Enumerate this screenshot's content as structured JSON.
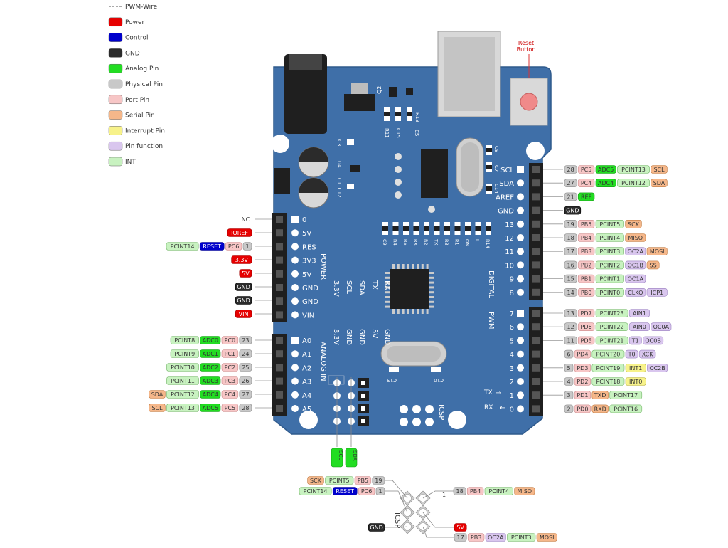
{
  "legend": [
    {
      "label": "PWM-Wire",
      "style": "dash"
    },
    {
      "label": "Power",
      "color": "#e60000"
    },
    {
      "label": "Control",
      "color": "#0000cc"
    },
    {
      "label": "GND",
      "color": "#2b2b2b"
    },
    {
      "label": "Analog Pin",
      "color": "#22dd22"
    },
    {
      "label": "Physical Pin",
      "color": "#c8c8c8"
    },
    {
      "label": "Port Pin",
      "color": "#f7c6c6"
    },
    {
      "label": "Serial Pin",
      "color": "#f5b78a"
    },
    {
      "label": "Interrupt Pin",
      "color": "#f7f28a"
    },
    {
      "label": "Pin function",
      "color": "#d9c6ee"
    },
    {
      "label": "INT",
      "color": "#c8f2c0"
    }
  ],
  "colors": {
    "board": "#3f6fa8",
    "board_edge": "#2f5a8c",
    "power": "#e60000",
    "control": "#0000cc",
    "gnd": "#2b2b2b",
    "analog": "#22dd22",
    "physical": "#c8c8c8",
    "port": "#f7c6c6",
    "serial": "#f5b78a",
    "interrupt": "#f7f28a",
    "func": "#d9c6ee",
    "int": "#c8f2c0"
  },
  "reset_button": {
    "title_line1": "Reset",
    "title_line2": "Button"
  },
  "silk": {
    "power": "POWER",
    "analog_in": "ANALOG IN",
    "digital": "DIGITAL",
    "pwm": "PWM",
    "icsp": "ICSP",
    "tx_arrow": "TX",
    "rx_arrow": "RX",
    "q2": "Q2",
    "r11": "R11",
    "c15": "C15",
    "c5": "C5",
    "r13": "R13",
    "c3": "C3",
    "u4": "U4",
    "c11c12": "C11C12",
    "c8": "C8",
    "c7": "C7",
    "c14": "C14",
    "c13": "C13",
    "c10": "C10",
    "mid_row": [
      "C9",
      "R4",
      "R6",
      "RX",
      "R2",
      "TX",
      "R3",
      "R1",
      "ON",
      "L",
      "R14"
    ],
    "bottom_block_col1": [
      "3.3V",
      "3.3V"
    ],
    "bottom_block_col2": [
      "SCL",
      "GND"
    ],
    "bottom_block_col3": [
      "SDA",
      "GND"
    ],
    "bottom_block_col4": [
      "TX",
      "5V"
    ],
    "bottom_block_col5": [
      "RX",
      "GND"
    ],
    "bottom_pair": [
      "SCL",
      "SDA"
    ]
  },
  "power_pins": [
    "0",
    "5V",
    "RES",
    "3V3",
    "5V",
    "GND",
    "GND",
    "VIN"
  ],
  "analog_pins": [
    "A0",
    "A1",
    "A2",
    "A3",
    "A4",
    "A5"
  ],
  "digital_pins": [
    "SCL",
    "SDA",
    "AREF",
    "GND",
    "13",
    "12",
    "11",
    "10",
    "9",
    "8",
    "7",
    "6",
    "5",
    "4",
    "3",
    "2",
    "1",
    "0"
  ],
  "left_tags": [
    [
      {
        "t": "NC",
        "c": "none"
      }
    ],
    [
      {
        "t": "IOREF",
        "c": "power"
      }
    ],
    [
      {
        "t": "PCINT14",
        "c": "int"
      },
      {
        "t": "RESET",
        "c": "control"
      },
      {
        "t": "PC6",
        "c": "port"
      },
      {
        "t": "1",
        "c": "physical"
      }
    ],
    [
      {
        "t": "3.3V",
        "c": "power"
      }
    ],
    [
      {
        "t": "5V",
        "c": "power"
      }
    ],
    [
      {
        "t": "GND",
        "c": "gnd"
      }
    ],
    [
      {
        "t": "GND",
        "c": "gnd"
      }
    ],
    [
      {
        "t": "VIN",
        "c": "power"
      }
    ],
    [
      {
        "t": "PCINT8",
        "c": "int"
      },
      {
        "t": "ADC0",
        "c": "analog"
      },
      {
        "t": "PC0",
        "c": "port"
      },
      {
        "t": "23",
        "c": "physical"
      }
    ],
    [
      {
        "t": "PCINT9",
        "c": "int"
      },
      {
        "t": "ADC1",
        "c": "analog"
      },
      {
        "t": "PC1",
        "c": "port"
      },
      {
        "t": "24",
        "c": "physical"
      }
    ],
    [
      {
        "t": "PCINT10",
        "c": "int"
      },
      {
        "t": "ADC2",
        "c": "analog"
      },
      {
        "t": "PC2",
        "c": "port"
      },
      {
        "t": "25",
        "c": "physical"
      }
    ],
    [
      {
        "t": "PCINT11",
        "c": "int"
      },
      {
        "t": "ADC3",
        "c": "analog"
      },
      {
        "t": "PC3",
        "c": "port"
      },
      {
        "t": "26",
        "c": "physical"
      }
    ],
    [
      {
        "t": "SDA",
        "c": "serial"
      },
      {
        "t": "PCINT12",
        "c": "int"
      },
      {
        "t": "ADC4",
        "c": "analog"
      },
      {
        "t": "PC4",
        "c": "port"
      },
      {
        "t": "27",
        "c": "physical"
      }
    ],
    [
      {
        "t": "SCL",
        "c": "serial"
      },
      {
        "t": "PCINT13",
        "c": "int"
      },
      {
        "t": "ADC5",
        "c": "analog"
      },
      {
        "t": "PC5",
        "c": "port"
      },
      {
        "t": "28",
        "c": "physical"
      }
    ]
  ],
  "right_tags": [
    [
      {
        "t": "28",
        "c": "physical"
      },
      {
        "t": "PC5",
        "c": "port"
      },
      {
        "t": "ADC5",
        "c": "analog"
      },
      {
        "t": "PCINT13",
        "c": "int"
      },
      {
        "t": "SCL",
        "c": "serial"
      }
    ],
    [
      {
        "t": "27",
        "c": "physical"
      },
      {
        "t": "PC4",
        "c": "port"
      },
      {
        "t": "ADC4",
        "c": "analog"
      },
      {
        "t": "PCINT12",
        "c": "int"
      },
      {
        "t": "SDA",
        "c": "serial"
      }
    ],
    [
      {
        "t": "21",
        "c": "physical"
      },
      {
        "t": "REF",
        "c": "analog"
      }
    ],
    [
      {
        "t": "GND",
        "c": "gnd"
      }
    ],
    [
      {
        "t": "19",
        "c": "physical"
      },
      {
        "t": "PB5",
        "c": "port"
      },
      {
        "t": "PCINT5",
        "c": "int"
      },
      {
        "t": "SCK",
        "c": "serial"
      }
    ],
    [
      {
        "t": "18",
        "c": "physical"
      },
      {
        "t": "PB4",
        "c": "port"
      },
      {
        "t": "PCINT4",
        "c": "int"
      },
      {
        "t": "MISO",
        "c": "serial"
      }
    ],
    [
      {
        "t": "17",
        "c": "physical"
      },
      {
        "t": "PB3",
        "c": "port"
      },
      {
        "t": "PCINT3",
        "c": "int"
      },
      {
        "t": "OC2A",
        "c": "func"
      },
      {
        "t": "MOSI",
        "c": "serial"
      }
    ],
    [
      {
        "t": "16",
        "c": "physical"
      },
      {
        "t": "PB2",
        "c": "port"
      },
      {
        "t": "PCINT2",
        "c": "int"
      },
      {
        "t": "OC1B",
        "c": "func"
      },
      {
        "t": "SS",
        "c": "serial"
      }
    ],
    [
      {
        "t": "15",
        "c": "physical"
      },
      {
        "t": "PB1",
        "c": "port"
      },
      {
        "t": "PCINT1",
        "c": "int"
      },
      {
        "t": "OC1A",
        "c": "func"
      }
    ],
    [
      {
        "t": "14",
        "c": "physical"
      },
      {
        "t": "PB0",
        "c": "port"
      },
      {
        "t": "PCINT0",
        "c": "int"
      },
      {
        "t": "CLKO",
        "c": "func"
      },
      {
        "t": "ICP1",
        "c": "func"
      }
    ],
    [
      {
        "t": "13",
        "c": "physical"
      },
      {
        "t": "PD7",
        "c": "port"
      },
      {
        "t": "PCINT23",
        "c": "int"
      },
      {
        "t": "AIN1",
        "c": "func"
      }
    ],
    [
      {
        "t": "12",
        "c": "physical"
      },
      {
        "t": "PD6",
        "c": "port"
      },
      {
        "t": "PCINT22",
        "c": "int"
      },
      {
        "t": "AIN0",
        "c": "func"
      },
      {
        "t": "OC0A",
        "c": "func"
      }
    ],
    [
      {
        "t": "11",
        "c": "physical"
      },
      {
        "t": "PD5",
        "c": "port"
      },
      {
        "t": "PCINT21",
        "c": "int"
      },
      {
        "t": "T1",
        "c": "func"
      },
      {
        "t": "OC0B",
        "c": "func"
      }
    ],
    [
      {
        "t": "6",
        "c": "physical"
      },
      {
        "t": "PD4",
        "c": "port"
      },
      {
        "t": "PCINT20",
        "c": "int"
      },
      {
        "t": "T0",
        "c": "func"
      },
      {
        "t": "XCK",
        "c": "func"
      }
    ],
    [
      {
        "t": "5",
        "c": "physical"
      },
      {
        "t": "PD3",
        "c": "port"
      },
      {
        "t": "PCINT19",
        "c": "int"
      },
      {
        "t": "INT1",
        "c": "interrupt"
      },
      {
        "t": "OC2B",
        "c": "func"
      }
    ],
    [
      {
        "t": "4",
        "c": "physical"
      },
      {
        "t": "PD2",
        "c": "port"
      },
      {
        "t": "PCINT18",
        "c": "int"
      },
      {
        "t": "INT0",
        "c": "interrupt"
      }
    ],
    [
      {
        "t": "3",
        "c": "physical"
      },
      {
        "t": "PD1",
        "c": "port"
      },
      {
        "t": "TXD",
        "c": "serial"
      },
      {
        "t": "PCINT17",
        "c": "int"
      }
    ],
    [
      {
        "t": "2",
        "c": "physical"
      },
      {
        "t": "PD0",
        "c": "port"
      },
      {
        "t": "RXD",
        "c": "serial"
      },
      {
        "t": "PCINT16",
        "c": "int"
      }
    ]
  ],
  "icsp_left": [
    [
      {
        "t": "SCK",
        "c": "serial"
      },
      {
        "t": "PCINT5",
        "c": "int"
      },
      {
        "t": "PB5",
        "c": "port"
      },
      {
        "t": "19",
        "c": "physical"
      }
    ],
    [
      {
        "t": "PCINT14",
        "c": "int"
      },
      {
        "t": "RESET",
        "c": "control"
      },
      {
        "t": "PC6",
        "c": "port"
      },
      {
        "t": "1",
        "c": "physical"
      }
    ],
    [
      {
        "t": "GND",
        "c": "gnd"
      }
    ]
  ],
  "icsp_right": [
    [
      {
        "t": "18",
        "c": "physical"
      },
      {
        "t": "PB4",
        "c": "port"
      },
      {
        "t": "PCINT4",
        "c": "int"
      },
      {
        "t": "MISO",
        "c": "serial"
      }
    ],
    [
      {
        "t": "5V",
        "c": "power"
      }
    ],
    [
      {
        "t": "17",
        "c": "physical"
      },
      {
        "t": "PB3",
        "c": "port"
      },
      {
        "t": "OC2A",
        "c": "func"
      },
      {
        "t": "PCINT3",
        "c": "int"
      },
      {
        "t": "MOSI",
        "c": "serial"
      }
    ]
  ],
  "icsp_detail": {
    "label": "ICSP",
    "pin1": "1"
  }
}
